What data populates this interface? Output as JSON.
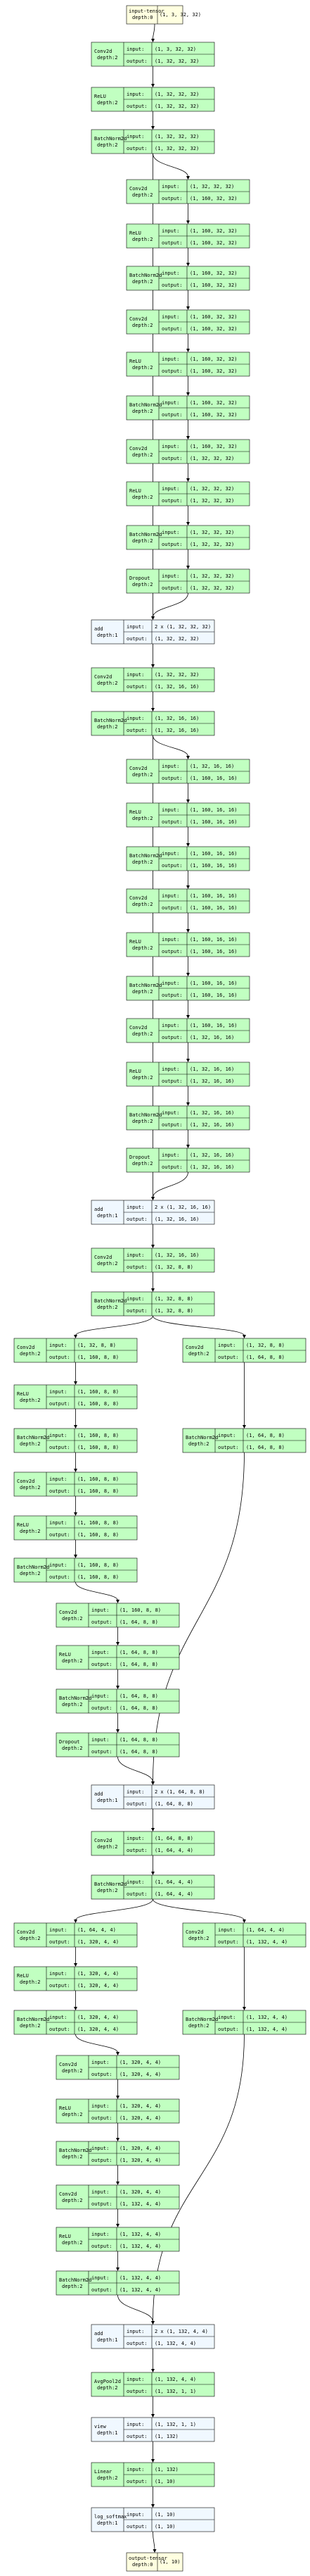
{
  "nodes": [
    {
      "id": "in",
      "kind": "tensor",
      "name": "input-tensor",
      "depth": "depth:0",
      "shape": "(1, 3, 32, 32)"
    },
    {
      "id": "c1",
      "kind": "op",
      "name": "Conv2d",
      "depth": "depth:2",
      "input": "(1, 3, 32, 32)",
      "output": "(1, 32, 32, 32)"
    },
    {
      "id": "r1",
      "kind": "op",
      "name": "ReLU",
      "depth": "depth:2",
      "input": "(1, 32, 32, 32)",
      "output": "(1, 32, 32, 32)"
    },
    {
      "id": "b1",
      "kind": "op",
      "name": "BatchNorm2d",
      "depth": "depth:2",
      "input": "(1, 32, 32, 32)",
      "output": "(1, 32, 32, 32)"
    },
    {
      "id": "c2",
      "kind": "op",
      "name": "Conv2d",
      "depth": "depth:2",
      "input": "(1, 32, 32, 32)",
      "output": "(1, 160, 32, 32)"
    },
    {
      "id": "r2",
      "kind": "op",
      "name": "ReLU",
      "depth": "depth:2",
      "input": "(1, 160, 32, 32)",
      "output": "(1, 160, 32, 32)"
    },
    {
      "id": "b2",
      "kind": "op",
      "name": "BatchNorm2d",
      "depth": "depth:2",
      "input": "(1, 160, 32, 32)",
      "output": "(1, 160, 32, 32)"
    },
    {
      "id": "c3",
      "kind": "op",
      "name": "Conv2d",
      "depth": "depth:2",
      "input": "(1, 160, 32, 32)",
      "output": "(1, 160, 32, 32)"
    },
    {
      "id": "r3",
      "kind": "op",
      "name": "ReLU",
      "depth": "depth:2",
      "input": "(1, 160, 32, 32)",
      "output": "(1, 160, 32, 32)"
    },
    {
      "id": "b3",
      "kind": "op",
      "name": "BatchNorm2d",
      "depth": "depth:2",
      "input": "(1, 160, 32, 32)",
      "output": "(1, 160, 32, 32)"
    },
    {
      "id": "c4",
      "kind": "op",
      "name": "Conv2d",
      "depth": "depth:2",
      "input": "(1, 160, 32, 32)",
      "output": "(1, 32, 32, 32)"
    },
    {
      "id": "r4",
      "kind": "op",
      "name": "ReLU",
      "depth": "depth:2",
      "input": "(1, 32, 32, 32)",
      "output": "(1, 32, 32, 32)"
    },
    {
      "id": "b4",
      "kind": "op",
      "name": "BatchNorm2d",
      "depth": "depth:2",
      "input": "(1, 32, 32, 32)",
      "output": "(1, 32, 32, 32)"
    },
    {
      "id": "d1",
      "kind": "op",
      "name": "Dropout",
      "depth": "depth:2",
      "input": "(1, 32, 32, 32)",
      "output": "(1, 32, 32, 32)"
    },
    {
      "id": "a1",
      "kind": "add",
      "name": "add",
      "depth": "depth:1",
      "input": "2 x (1, 32, 32, 32)",
      "output": "(1, 32, 32, 32)"
    },
    {
      "id": "c5",
      "kind": "op",
      "name": "Conv2d",
      "depth": "depth:2",
      "input": "(1, 32, 32, 32)",
      "output": "(1, 32, 16, 16)"
    },
    {
      "id": "b5",
      "kind": "op",
      "name": "BatchNorm2d",
      "depth": "depth:2",
      "input": "(1, 32, 16, 16)",
      "output": "(1, 32, 16, 16)"
    },
    {
      "id": "c6",
      "kind": "op",
      "name": "Conv2d",
      "depth": "depth:2",
      "input": "(1, 32, 16, 16)",
      "output": "(1, 160, 16, 16)"
    },
    {
      "id": "r6",
      "kind": "op",
      "name": "ReLU",
      "depth": "depth:2",
      "input": "(1, 160, 16, 16)",
      "output": "(1, 160, 16, 16)"
    },
    {
      "id": "b6",
      "kind": "op",
      "name": "BatchNorm2d",
      "depth": "depth:2",
      "input": "(1, 160, 16, 16)",
      "output": "(1, 160, 16, 16)"
    },
    {
      "id": "c7",
      "kind": "op",
      "name": "Conv2d",
      "depth": "depth:2",
      "input": "(1, 160, 16, 16)",
      "output": "(1, 160, 16, 16)"
    },
    {
      "id": "r7",
      "kind": "op",
      "name": "ReLU",
      "depth": "depth:2",
      "input": "(1, 160, 16, 16)",
      "output": "(1, 160, 16, 16)"
    },
    {
      "id": "b7",
      "kind": "op",
      "name": "BatchNorm2d",
      "depth": "depth:2",
      "input": "(1, 160, 16, 16)",
      "output": "(1, 160, 16, 16)"
    },
    {
      "id": "c8",
      "kind": "op",
      "name": "Conv2d",
      "depth": "depth:2",
      "input": "(1, 160, 16, 16)",
      "output": "(1, 32, 16, 16)"
    },
    {
      "id": "r8",
      "kind": "op",
      "name": "ReLU",
      "depth": "depth:2",
      "input": "(1, 32, 16, 16)",
      "output": "(1, 32, 16, 16)"
    },
    {
      "id": "b8",
      "kind": "op",
      "name": "BatchNorm2d",
      "depth": "depth:2",
      "input": "(1, 32, 16, 16)",
      "output": "(1, 32, 16, 16)"
    },
    {
      "id": "d2",
      "kind": "op",
      "name": "Dropout",
      "depth": "depth:2",
      "input": "(1, 32, 16, 16)",
      "output": "(1, 32, 16, 16)"
    },
    {
      "id": "a2",
      "kind": "add",
      "name": "add",
      "depth": "depth:1",
      "input": "2 x (1, 32, 16, 16)",
      "output": "(1, 32, 16, 16)"
    },
    {
      "id": "c9",
      "kind": "op",
      "name": "Conv2d",
      "depth": "depth:2",
      "input": "(1, 32, 16, 16)",
      "output": "(1, 32, 8, 8)"
    },
    {
      "id": "b9",
      "kind": "op",
      "name": "BatchNorm2d",
      "depth": "depth:2",
      "input": "(1, 32, 8, 8)",
      "output": "(1, 32, 8, 8)"
    },
    {
      "id": "c10",
      "kind": "op",
      "name": "Conv2d",
      "depth": "depth:2",
      "input": "(1, 32, 8, 8)",
      "output": "(1, 160, 8, 8)"
    },
    {
      "id": "s1",
      "kind": "op",
      "name": "Conv2d",
      "depth": "depth:2",
      "input": "(1, 32, 8, 8)",
      "output": "(1, 64, 8, 8)"
    },
    {
      "id": "r10",
      "kind": "op",
      "name": "ReLU",
      "depth": "depth:2",
      "input": "(1, 160, 8, 8)",
      "output": "(1, 160, 8, 8)"
    },
    {
      "id": "b10",
      "kind": "op",
      "name": "BatchNorm2d",
      "depth": "depth:2",
      "input": "(1, 160, 8, 8)",
      "output": "(1, 160, 8, 8)"
    },
    {
      "id": "sb1",
      "kind": "op",
      "name": "BatchNorm2d",
      "depth": "depth:2",
      "input": "(1, 64, 8, 8)",
      "output": "(1, 64, 8, 8)"
    },
    {
      "id": "c11",
      "kind": "op",
      "name": "Conv2d",
      "depth": "depth:2",
      "input": "(1, 160, 8, 8)",
      "output": "(1, 160, 8, 8)"
    },
    {
      "id": "r11",
      "kind": "op",
      "name": "ReLU",
      "depth": "depth:2",
      "input": "(1, 160, 8, 8)",
      "output": "(1, 160, 8, 8)"
    },
    {
      "id": "b11",
      "kind": "op",
      "name": "BatchNorm2d",
      "depth": "depth:2",
      "input": "(1, 160, 8, 8)",
      "output": "(1, 160, 8, 8)"
    },
    {
      "id": "c12",
      "kind": "op",
      "name": "Conv2d",
      "depth": "depth:2",
      "input": "(1, 160, 8, 8)",
      "output": "(1, 64, 8, 8)"
    },
    {
      "id": "r12",
      "kind": "op",
      "name": "ReLU",
      "depth": "depth:2",
      "input": "(1, 64, 8, 8)",
      "output": "(1, 64, 8, 8)"
    },
    {
      "id": "b12",
      "kind": "op",
      "name": "BatchNorm2d",
      "depth": "depth:2",
      "input": "(1, 64, 8, 8)",
      "output": "(1, 64, 8, 8)"
    },
    {
      "id": "d3",
      "kind": "op",
      "name": "Dropout",
      "depth": "depth:2",
      "input": "(1, 64, 8, 8)",
      "output": "(1, 64, 8, 8)"
    },
    {
      "id": "a3",
      "kind": "add",
      "name": "add",
      "depth": "depth:1",
      "input": "2 x (1, 64, 8, 8)",
      "output": "(1, 64, 8, 8)"
    },
    {
      "id": "c13",
      "kind": "op",
      "name": "Conv2d",
      "depth": "depth:2",
      "input": "(1, 64, 8, 8)",
      "output": "(1, 64, 4, 4)"
    },
    {
      "id": "b13",
      "kind": "op",
      "name": "BatchNorm2d",
      "depth": "depth:2",
      "input": "(1, 64, 4, 4)",
      "output": "(1, 64, 4, 4)"
    },
    {
      "id": "c14",
      "kind": "op",
      "name": "Conv2d",
      "depth": "depth:2",
      "input": "(1, 64, 4, 4)",
      "output": "(1, 320, 4, 4)"
    },
    {
      "id": "s2",
      "kind": "op",
      "name": "Conv2d",
      "depth": "depth:2",
      "input": "(1, 64, 4, 4)",
      "output": "(1, 132, 4, 4)"
    },
    {
      "id": "r14",
      "kind": "op",
      "name": "ReLU",
      "depth": "depth:2",
      "input": "(1, 320, 4, 4)",
      "output": "(1, 320, 4, 4)"
    },
    {
      "id": "b14",
      "kind": "op",
      "name": "BatchNorm2d",
      "depth": "depth:2",
      "input": "(1, 320, 4, 4)",
      "output": "(1, 320, 4, 4)"
    },
    {
      "id": "sb2",
      "kind": "op",
      "name": "BatchNorm2d",
      "depth": "depth:2",
      "input": "(1, 132, 4, 4)",
      "output": "(1, 132, 4, 4)"
    },
    {
      "id": "c15",
      "kind": "op",
      "name": "Conv2d",
      "depth": "depth:2",
      "input": "(1, 320, 4, 4)",
      "output": "(1, 320, 4, 4)"
    },
    {
      "id": "r15",
      "kind": "op",
      "name": "ReLU",
      "depth": "depth:2",
      "input": "(1, 320, 4, 4)",
      "output": "(1, 320, 4, 4)"
    },
    {
      "id": "b15",
      "kind": "op",
      "name": "BatchNorm2d",
      "depth": "depth:2",
      "input": "(1, 320, 4, 4)",
      "output": "(1, 320, 4, 4)"
    },
    {
      "id": "c16",
      "kind": "op",
      "name": "Conv2d",
      "depth": "depth:2",
      "input": "(1, 320, 4, 4)",
      "output": "(1, 132, 4, 4)"
    },
    {
      "id": "r16",
      "kind": "op",
      "name": "ReLU",
      "depth": "depth:2",
      "input": "(1, 132, 4, 4)",
      "output": "(1, 132, 4, 4)"
    },
    {
      "id": "b16",
      "kind": "op",
      "name": "BatchNorm2d",
      "depth": "depth:2",
      "input": "(1, 132, 4, 4)",
      "output": "(1, 132, 4, 4)"
    },
    {
      "id": "a4",
      "kind": "add",
      "name": "add",
      "depth": "depth:1",
      "input": "2 x (1, 132, 4, 4)",
      "output": "(1, 132, 4, 4)"
    },
    {
      "id": "ap",
      "kind": "op",
      "name": "AvgPool2d",
      "depth": "depth:2",
      "input": "(1, 132, 4, 4)",
      "output": "(1, 132, 1, 1)"
    },
    {
      "id": "vw",
      "kind": "add",
      "name": "view",
      "depth": "depth:1",
      "input": "(1, 132, 1, 1)",
      "output": "(1, 132)"
    },
    {
      "id": "ln",
      "kind": "op",
      "name": "Linear",
      "depth": "depth:2",
      "input": "(1, 132)",
      "output": "(1, 10)"
    },
    {
      "id": "ls",
      "kind": "add",
      "name": "log_softmax",
      "depth": "depth:1",
      "input": "(1, 10)",
      "output": "(1, 10)"
    },
    {
      "id": "out",
      "kind": "tensor",
      "name": "output-tensor",
      "depth": "depth:0",
      "shape": "(1, 10)"
    }
  ]
}
